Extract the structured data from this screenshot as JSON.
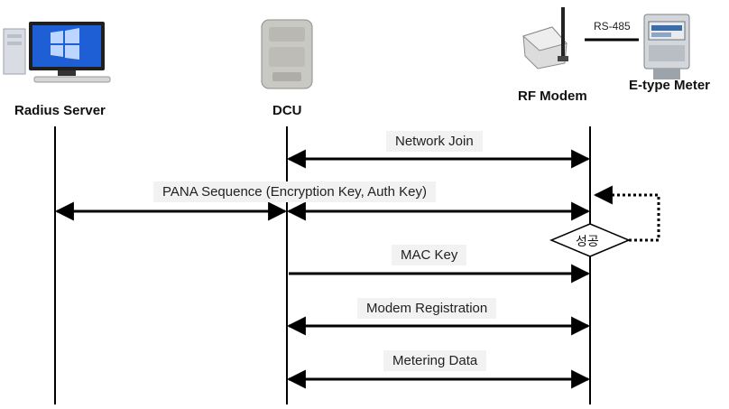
{
  "actors": {
    "radius_server": "Radius Server",
    "dcu": "DCU",
    "rf_modem": "RF Modem",
    "meter": "E-type Meter"
  },
  "link": {
    "rs485": "RS-485"
  },
  "messages": {
    "network_join": "Network Join",
    "pana_sequence": "PANA Sequence (Encryption Key, Auth Key)",
    "mac_key": "MAC Key",
    "modem_registration": "Modem Registration",
    "metering_data": "Metering Data"
  },
  "decision": {
    "label": "성공"
  },
  "colors": {
    "line": "#000000",
    "label_bg": "#f2f2f2"
  },
  "icons": [
    "server-computer-icon",
    "dcu-device-icon",
    "rf-modem-icon",
    "meter-icon"
  ]
}
